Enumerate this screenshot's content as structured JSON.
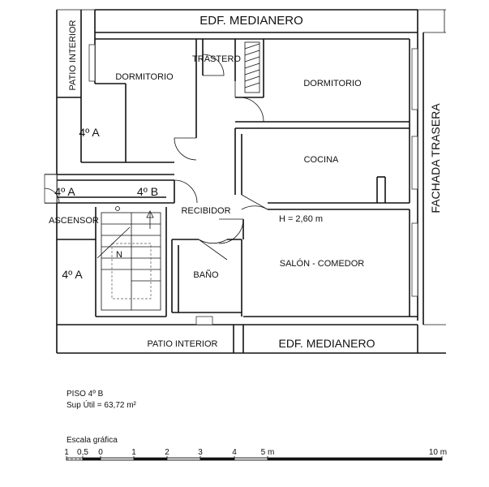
{
  "plan": {
    "rooms": {
      "dormitorio_left": "DORMITORIO",
      "trastero": "TRASTERO",
      "dormitorio_right": "DORMITORIO",
      "cocina": "COCINA",
      "recibidor": "RECIBIDOR",
      "salon": "SALÓN - COMEDOR",
      "bano": "BAÑO",
      "ascensor": "ASCENSOR"
    },
    "neighbors": {
      "top": "EDF. MEDIANERO",
      "bottom": "EDF. MEDIANERO",
      "patio_left": "PATIO INTERIOR",
      "patio_bottom": "PATIO INTERIOR",
      "fachada": "FACHADA TRASERA"
    },
    "units": {
      "u1": "4º A",
      "u2": "4º A",
      "u3": "4º B",
      "u4": "4º A"
    },
    "ceiling_height": "H = 2,60 m",
    "stair_mark": "N"
  },
  "info": {
    "floor": "PISO 4º B",
    "surface": "Sup Útil = 63,72 m²"
  },
  "scale": {
    "title": "Escala gráfica",
    "ticks": [
      "1",
      "0,5",
      "0",
      "1",
      "2",
      "3",
      "4",
      "5 m",
      "10 m"
    ]
  }
}
